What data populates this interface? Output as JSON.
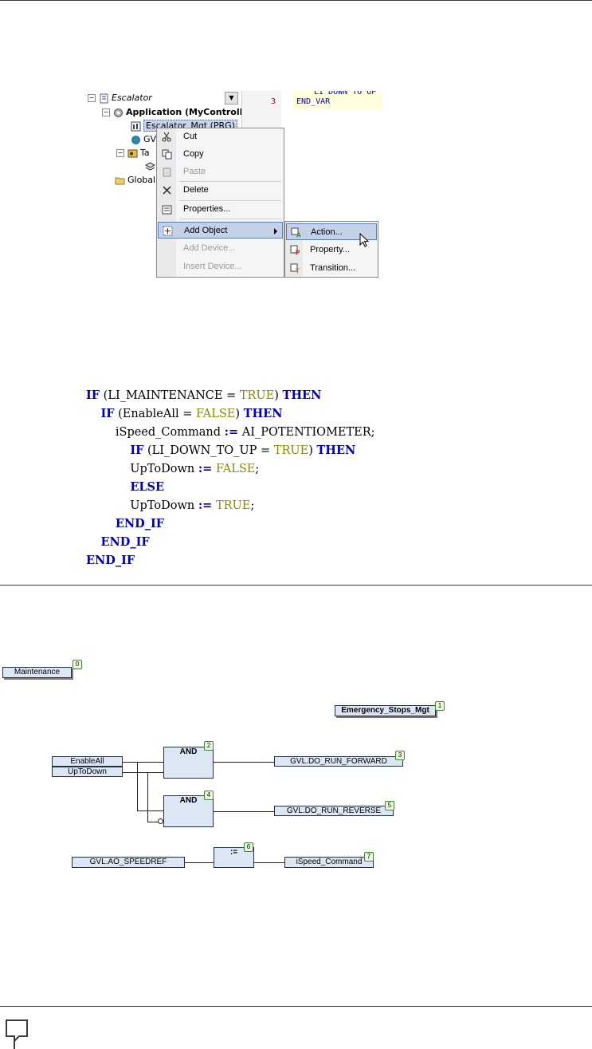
{
  "tree": {
    "root_label": "Escalator",
    "application_label": "Application (MyControlle",
    "pou_label": "Escalator_Mgt (PRG)",
    "gvl_label": "GV",
    "task_label": "Ta",
    "global_label": "Global"
  },
  "editor": {
    "line_number": "3",
    "end_var": "END_VAR",
    "cut_line": "LI_DOWN_TO_UP"
  },
  "context_menu": {
    "items": [
      {
        "label": "Cut",
        "icon": "scissors-icon",
        "enabled": true
      },
      {
        "label": "Copy",
        "icon": "copy-icon",
        "enabled": true
      },
      {
        "label": "Paste",
        "icon": "paste-icon",
        "enabled": false
      },
      {
        "label": "Delete",
        "icon": "delete-x-icon",
        "enabled": true
      },
      {
        "label": "Properties...",
        "icon": "properties-icon",
        "enabled": true
      },
      {
        "label": "Add Object",
        "icon": "add-object-icon",
        "enabled": true,
        "highlighted": true
      },
      {
        "label": "Add Device...",
        "icon": "",
        "enabled": false
      },
      {
        "label": "Insert Device...",
        "icon": "",
        "enabled": false
      }
    ]
  },
  "submenu": {
    "items": [
      {
        "label": "Action...",
        "icon": "action-icon",
        "highlighted": true
      },
      {
        "label": "Property...",
        "icon": "property-icon"
      },
      {
        "label": "Transition...",
        "icon": "transition-icon"
      }
    ]
  },
  "code_lines": [
    [
      {
        "t": "IF",
        "c": "kw"
      },
      {
        "t": " (LI_MAINTENANCE = "
      },
      {
        "t": "TRUE",
        "c": "lit"
      },
      {
        "t": ") "
      },
      {
        "t": "THEN",
        "c": "kw"
      }
    ],
    [
      {
        "t": "    "
      },
      {
        "t": "IF",
        "c": "kw"
      },
      {
        "t": " (EnableAll = "
      },
      {
        "t": "FALSE",
        "c": "lit"
      },
      {
        "t": ") "
      },
      {
        "t": "THEN",
        "c": "kw"
      }
    ],
    [
      {
        "t": "        iSpeed_Command "
      },
      {
        "t": ":=",
        "c": "kw"
      },
      {
        "t": " AI_POTENTIOMETER;"
      }
    ],
    [
      {
        "t": "            "
      },
      {
        "t": "IF",
        "c": "kw"
      },
      {
        "t": " (LI_DOWN_TO_UP = "
      },
      {
        "t": "TRUE",
        "c": "lit"
      },
      {
        "t": ") "
      },
      {
        "t": "THEN",
        "c": "kw"
      }
    ],
    [
      {
        "t": "            UpToDown "
      },
      {
        "t": ":=",
        "c": "kw"
      },
      {
        "t": " "
      },
      {
        "t": "FALSE",
        "c": "lit"
      },
      {
        "t": ";"
      }
    ],
    [
      {
        "t": "            "
      },
      {
        "t": "ELSE",
        "c": "kw"
      }
    ],
    [
      {
        "t": "            UpToDown "
      },
      {
        "t": ":=",
        "c": "kw"
      },
      {
        "t": " "
      },
      {
        "t": "TRUE",
        "c": "lit"
      },
      {
        "t": ";"
      }
    ],
    [
      {
        "t": "        "
      },
      {
        "t": "END_IF",
        "c": "kw"
      }
    ],
    [
      {
        "t": "    "
      },
      {
        "t": "END_IF",
        "c": "kw"
      }
    ],
    [
      {
        "t": "END_IF",
        "c": "kw"
      }
    ]
  ],
  "fbd": {
    "label_maintenance": "Maintenance",
    "label_emergency": "Emergency_Stops_Mgt",
    "tag_0": "0",
    "tag_1": "1",
    "input_enable": "EnableAll",
    "input_uptodown": "UpToDown",
    "and_1": "AND",
    "tag_2": "2",
    "output_forward": "GVL.DO_RUN_FORWARD",
    "tag_3": "3",
    "and_2": "AND",
    "tag_4": "4",
    "output_reverse": "GVL.DO_RUN_REVERSE",
    "tag_5": "5",
    "input_speedref": "GVL.AO_SPEEDREF",
    "assign": ":=",
    "tag_6": "6",
    "output_speed": "iSpeed_Command",
    "tag_7": "7"
  }
}
